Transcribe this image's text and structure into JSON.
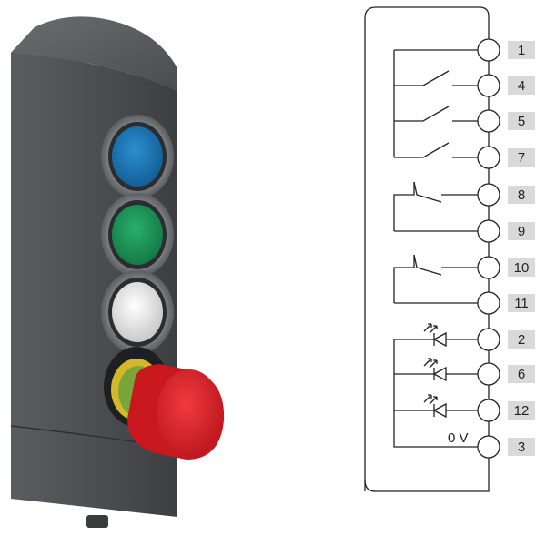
{
  "diagram": {
    "terminals": [
      {
        "number": "1"
      },
      {
        "number": "4"
      },
      {
        "number": "5"
      },
      {
        "number": "7"
      },
      {
        "number": "8"
      },
      {
        "number": "9"
      },
      {
        "number": "10"
      },
      {
        "number": "11"
      },
      {
        "number": "2"
      },
      {
        "number": "6"
      },
      {
        "number": "12"
      },
      {
        "number": "3"
      }
    ],
    "zero_volt_label": "0 V",
    "button_colors": {
      "blue": "#1a73b4",
      "green": "#1f9a5a",
      "white": "#e8e8e8",
      "red": "#e01f26",
      "housing": "#4a4d50",
      "collar": "#d4b72a"
    }
  }
}
